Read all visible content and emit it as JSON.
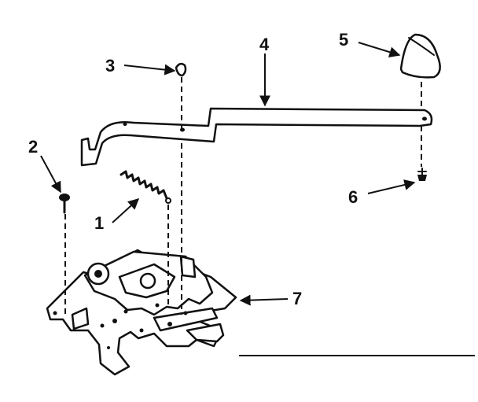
{
  "callouts": {
    "part_1": "1",
    "part_2": "2",
    "part_3": "3",
    "part_4": "4",
    "part_5": "5",
    "part_6": "6",
    "part_7": "7"
  },
  "colors": {
    "ink": "#111111",
    "paper": "#ffffff"
  }
}
